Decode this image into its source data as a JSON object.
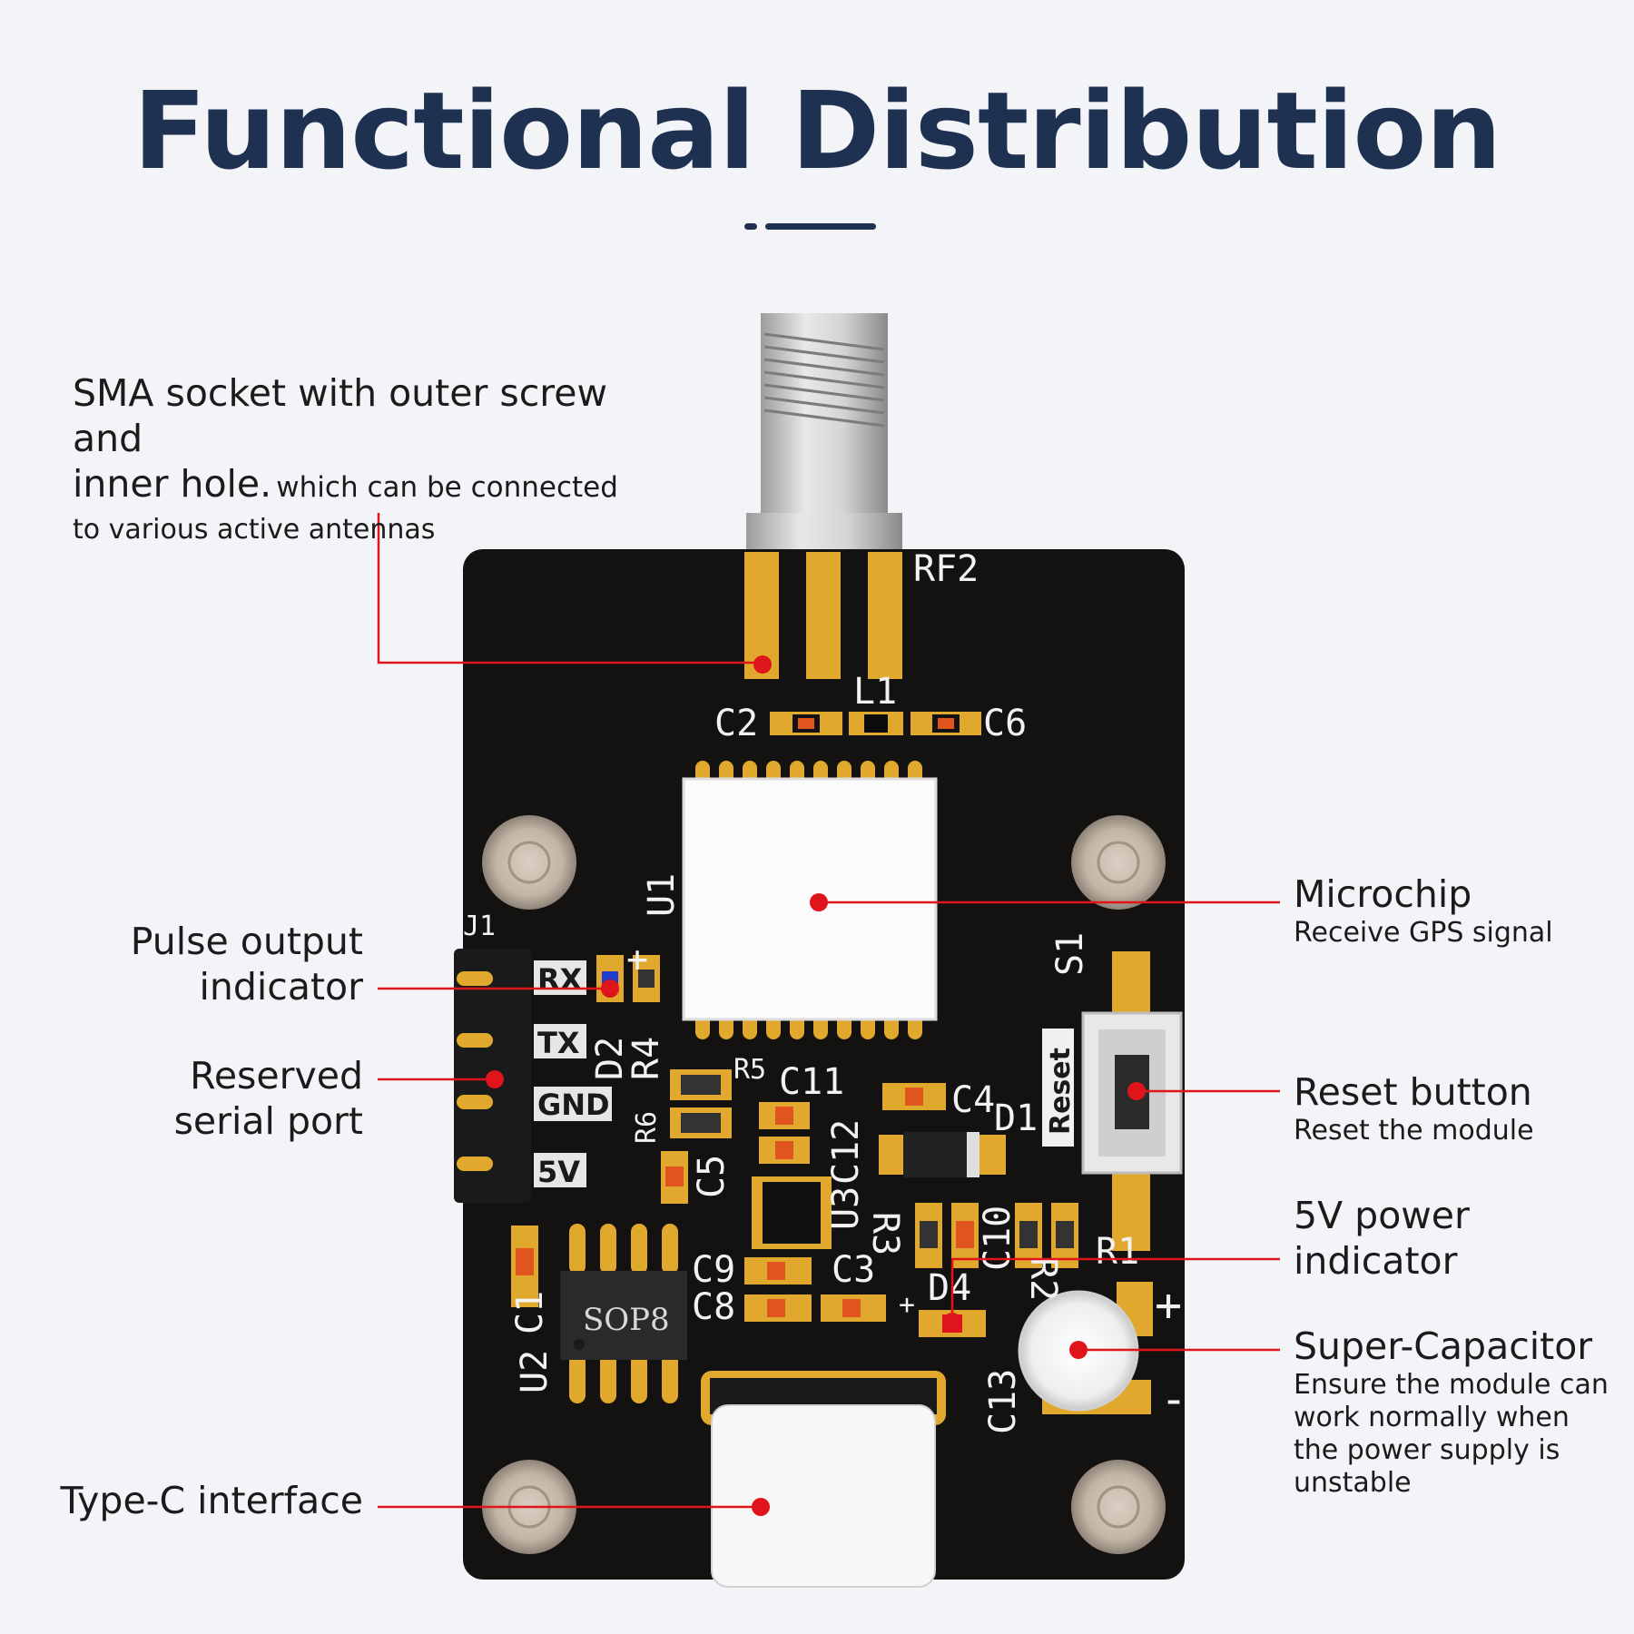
{
  "title": "Functional Distribution",
  "colors": {
    "title": "#1e3150",
    "pcb": "#141210",
    "gold": "#e0a92d",
    "callout": "#e0151b",
    "background": "#f2f4f7"
  },
  "callouts": {
    "sma": {
      "line1": "SMA socket with outer screw and",
      "line2_main": "inner hole.",
      "line2_sub": "which can be connected",
      "line3": "to various active antennas"
    },
    "pulse": {
      "line1": "Pulse output",
      "line2": "indicator"
    },
    "serial": {
      "line1": "Reserved",
      "line2": "serial port"
    },
    "typec": {
      "line1": "Type-C interface"
    },
    "microchip": {
      "title": "Microchip",
      "sub": "Receive GPS signal"
    },
    "reset": {
      "title": "Reset button",
      "sub": "Reset the module"
    },
    "power": {
      "line1": "5V power",
      "line2": "indicator"
    },
    "supercap": {
      "title": "Super-Capacitor",
      "sub1": "Ensure the module can",
      "sub2": "work normally when",
      "sub3": "the power supply is",
      "sub4": "unstable"
    }
  },
  "silkscreen": {
    "rf2": "RF2",
    "l1": "L1",
    "c2": "C2",
    "c6": "C6",
    "u1": "U1",
    "j1": "J1",
    "rx": "RX",
    "tx": "TX",
    "gnd": "GND",
    "v5": "5V",
    "d2": "D2",
    "r4": "R4",
    "r5": "R5",
    "r6": "R6",
    "c5": "C5",
    "c11": "C11",
    "c12": "C12",
    "c4": "C4",
    "d1": "D1",
    "s1": "S1",
    "reset": "Reset",
    "r2": "R2",
    "r3": "R3",
    "c10": "C10",
    "r1": "R1",
    "u3": "U3",
    "c9": "C9",
    "c8": "C8",
    "c3": "C3",
    "d4": "D4",
    "c1": "C1",
    "u2": "U2",
    "sop8": "SOP8",
    "c13": "C13",
    "plus": "+",
    "minus": "-"
  }
}
